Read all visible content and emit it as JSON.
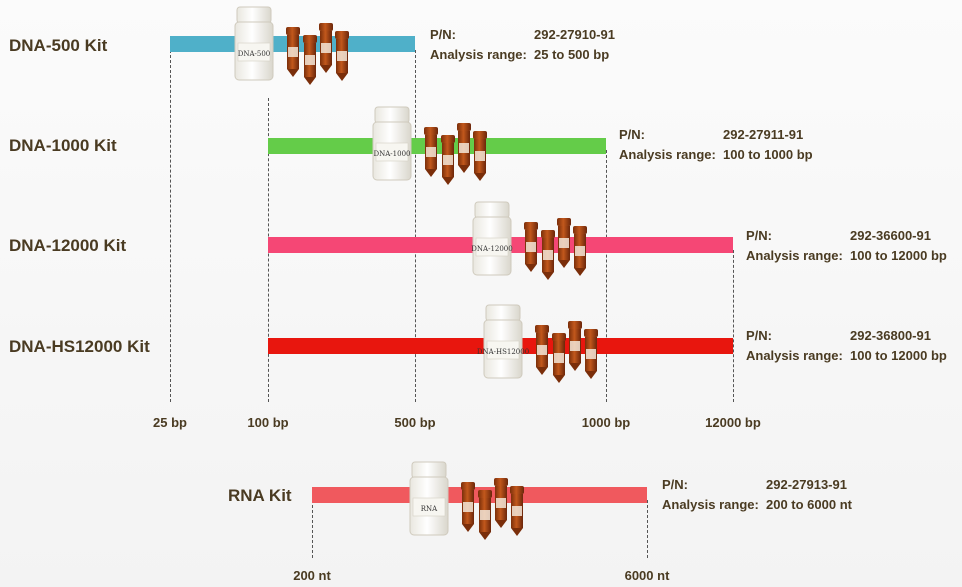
{
  "colors": {
    "text": "#4a3b22",
    "dna500": "#4fb0c9",
    "dna1000": "#64cc49",
    "dna12000": "#f54775",
    "dnahs12000": "#e8160e",
    "rna": "#f0595e"
  },
  "pn_label": "P/N:",
  "range_label": "Analysis range:",
  "kits": [
    {
      "id": "dna-500",
      "label": "DNA-500 Kit",
      "pn": "292-27910-91",
      "range": "25 to 500 bp",
      "bottle_label": "DNA-500",
      "color": "#4fb0c9"
    },
    {
      "id": "dna-1000",
      "label": "DNA-1000 Kit",
      "pn": "292-27911-91",
      "range": "100 to 1000 bp",
      "bottle_label": "DNA-1000",
      "color": "#64cc49"
    },
    {
      "id": "dna-12000",
      "label": "DNA-12000 Kit",
      "pn": "292-36600-91",
      "range": "100 to 12000 bp",
      "bottle_label": "DNA-12000",
      "color": "#f54775"
    },
    {
      "id": "dna-hs12000",
      "label": "DNA-HS12000 Kit",
      "pn": "292-36800-91",
      "range": "100 to 12000 bp",
      "bottle_label": "DNA-HS12000",
      "color": "#e8160e"
    },
    {
      "id": "rna",
      "label": "RNA Kit",
      "pn": "292-27913-91",
      "range": "200 to 6000 nt",
      "bottle_label": "RNA",
      "color": "#f0595e"
    }
  ],
  "dna_axis_ticks": [
    "25 bp",
    "100 bp",
    "500 bp",
    "1000 bp",
    "12000 bp"
  ],
  "rna_axis_ticks": [
    "200 nt",
    "6000 nt"
  ]
}
